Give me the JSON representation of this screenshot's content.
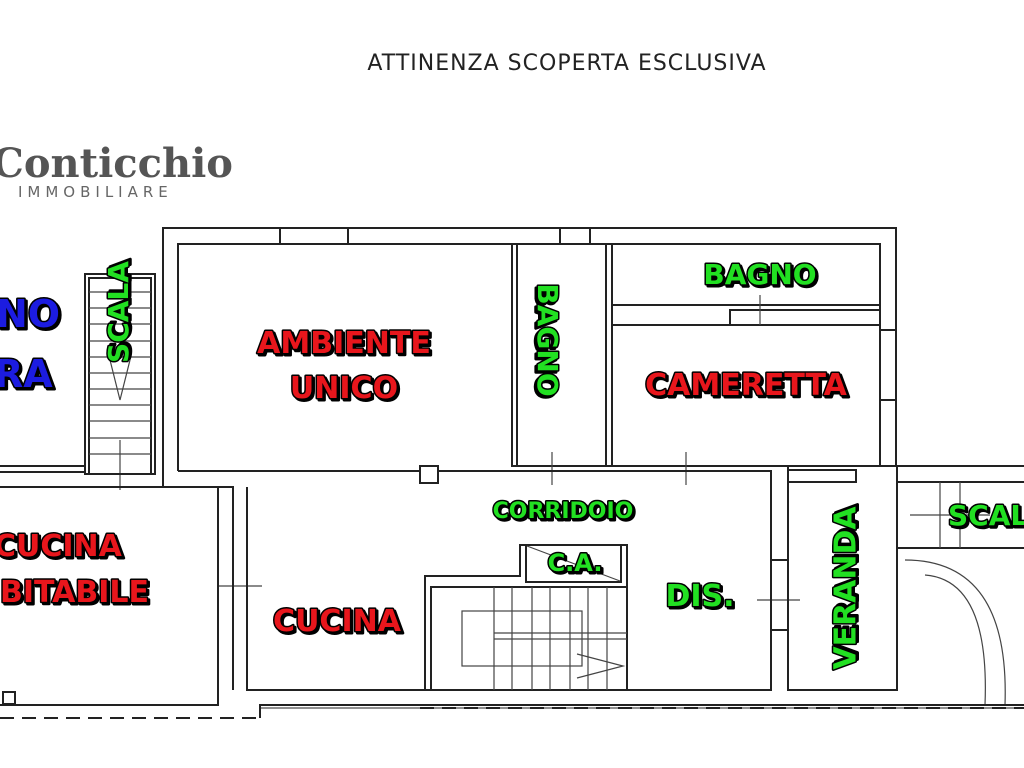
{
  "title": "ATTINENZA SCOPERTA ESCLUSIVA",
  "logo": {
    "name": "Conticchio",
    "subtitle": "IMMOBILIARE"
  },
  "colors": {
    "red_label": "#e8141c",
    "green_label": "#22e022",
    "blue_label": "#1a1ae0",
    "walls": "#222222"
  },
  "rooms": {
    "ambiente_unico_1": "AMBIENTE",
    "ambiente_unico_2": "UNICO",
    "bagno_vertical": "BAGNO",
    "bagno_top": "BAGNO",
    "cameretta": "CAMERETTA",
    "corridoio": "CORRIDOIO",
    "ca": "C.A.",
    "dis": "DIS.",
    "cucina": "CUCINA",
    "veranda": "VERANDA",
    "scala_left": "SCALA",
    "scala_right": "SCAL",
    "cucina_abitabile_1": "CUCINA",
    "cucina_abitabile_2": "BITABILE",
    "blue_1": "NO",
    "blue_2": "RA"
  }
}
